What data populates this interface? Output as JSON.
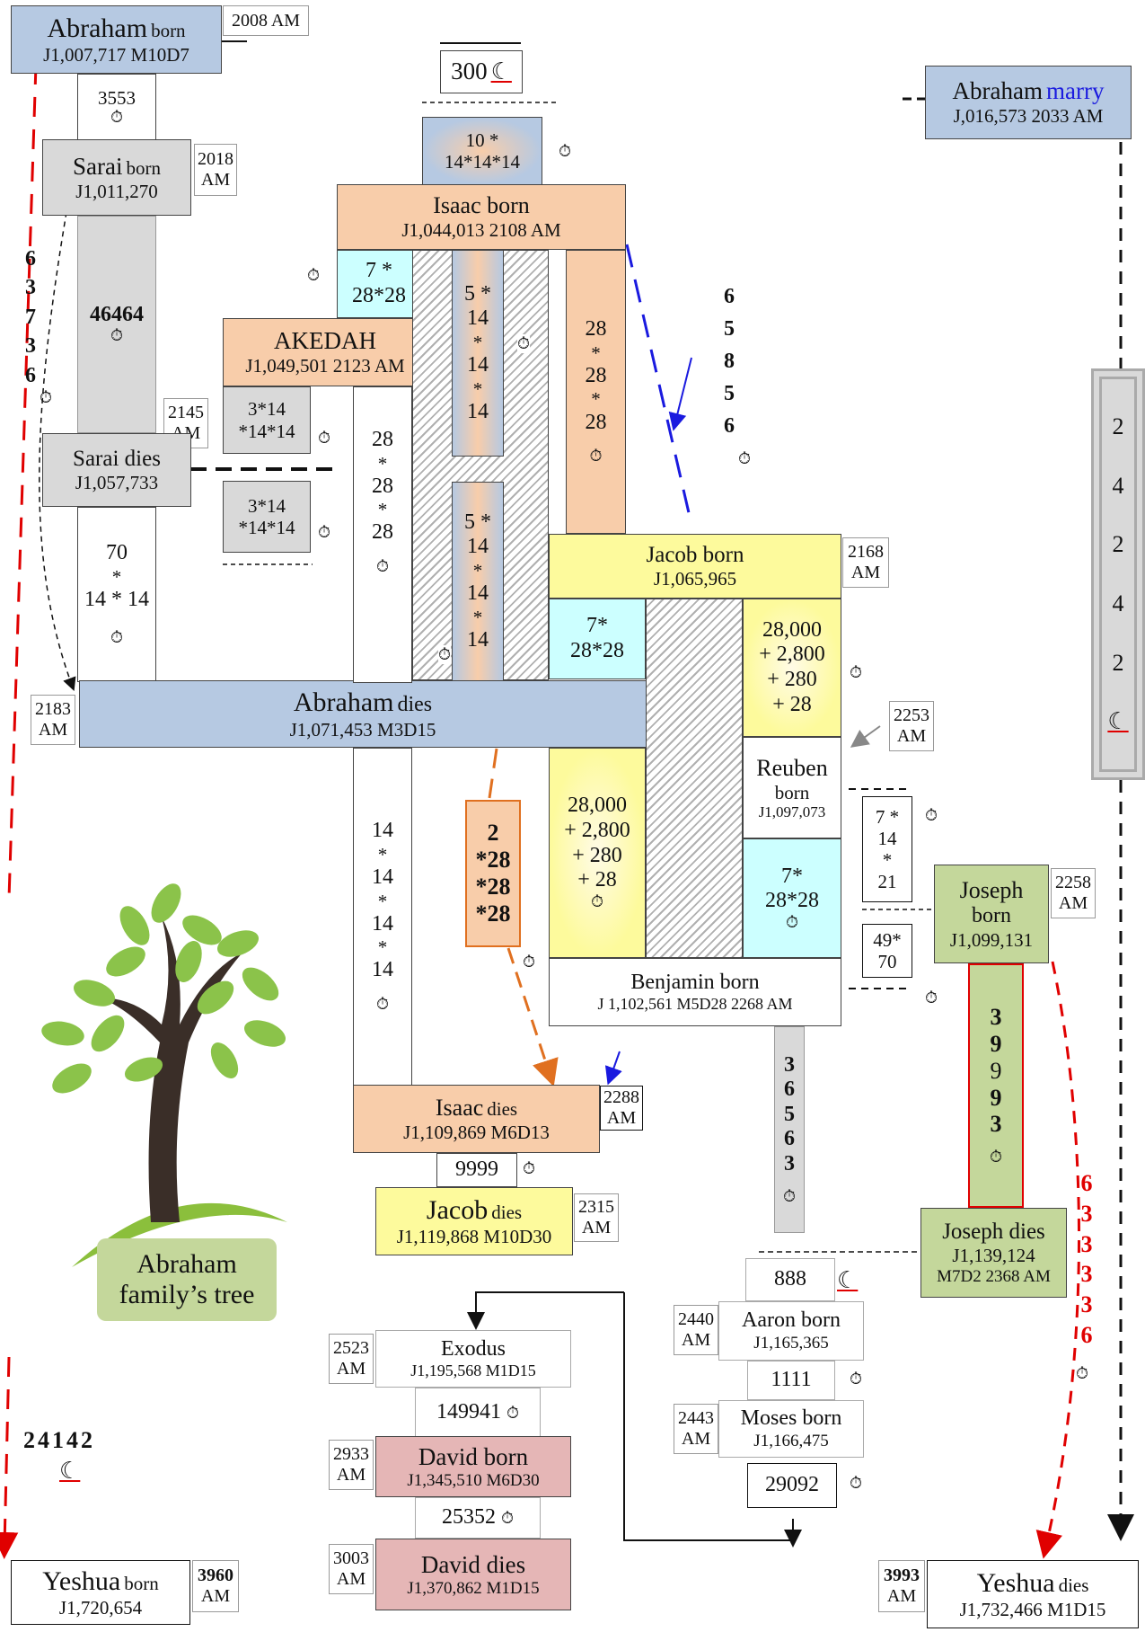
{
  "clock": "⏱",
  "moon": "☾",
  "abraham_born": {
    "name": "Abraham",
    "word": "born",
    "date": "J1,007,717  M10D7",
    "am": "2008 AM"
  },
  "n3553": "3553",
  "sarai_born": {
    "name": "Sarai",
    "word": "born",
    "date": "J1,011,270",
    "am1": "2018",
    "am2": "AM"
  },
  "n46464": "46464",
  "left_digits": [
    "6",
    "3",
    "7",
    "3",
    "6"
  ],
  "am2145": {
    "a": "2145",
    "b": "AM"
  },
  "sarai_dies": {
    "name": "Sarai dies",
    "date": "J1,057,733"
  },
  "col70": [
    "70",
    "*",
    "14 * 14"
  ],
  "am2183": {
    "a": "2183",
    "b": "AM"
  },
  "abraham_dies": {
    "name": "Abraham",
    "word": "dies",
    "date": "J1,071,453 M3D15"
  },
  "n300": "300",
  "top_factor": {
    "a": "10 *",
    "b": "14*14*14"
  },
  "isaac_born": {
    "name": "Isaac born",
    "date": "J1,044,013  2108 AM"
  },
  "cyan1": {
    "a": "7 *",
    "b": "28*28"
  },
  "akedah": {
    "name": "AKEDAH",
    "date": "J1,049,501 2123 AM"
  },
  "f3a": {
    "a": "3*14",
    "b": "*14*14"
  },
  "f3b": {
    "a": "3*14",
    "b": "*14*14"
  },
  "col28": [
    "28",
    "*",
    "28",
    "*",
    "28"
  ],
  "col5a": [
    "5 *",
    "14",
    "*",
    "14",
    "*",
    "14"
  ],
  "col5b": [
    "5 *",
    "14",
    "*",
    "14",
    "*",
    "14"
  ],
  "col28b": [
    "28",
    "*",
    "28",
    "*",
    "28"
  ],
  "right_digits": [
    "6",
    "5",
    "8",
    "5",
    "6"
  ],
  "jacob_born": {
    "name": "Jacob born",
    "date": "J1,065,965",
    "am1": "2168",
    "am2": "AM"
  },
  "cyan2": {
    "a": "7*",
    "b": "28*28"
  },
  "big1": [
    "28,000",
    "+ 2,800",
    "+ 280",
    "+ 28"
  ],
  "big2": [
    "28,000",
    "+ 2,800",
    "+ 280",
    "+ 28"
  ],
  "am2253": {
    "a": "2253",
    "b": "AM"
  },
  "reuben": {
    "name": "Reuben",
    "word": "born",
    "date": "J1,097,073"
  },
  "cyan3": {
    "a": "7*",
    "b": "28*28"
  },
  "benjamin": {
    "name": "Benjamin born",
    "date": "J 1,102,561    M5D28 2268 AM"
  },
  "col14": [
    "14",
    "*",
    "14",
    "*",
    "14",
    "*",
    "14"
  ],
  "orange_box": [
    "2",
    "*28",
    "*28",
    "*28"
  ],
  "isaac_dies": {
    "name": "Isaac",
    "word": "dies",
    "date": "J1,109,869 M6D13",
    "am1": "2288",
    "am2": "AM"
  },
  "n9999": "9999",
  "jacob_dies": {
    "name": "Jacob",
    "word": "dies",
    "date": "J1,119,868  M10D30",
    "am1": "2315",
    "am2": "AM"
  },
  "col36563": [
    "3",
    "6",
    "5",
    "6",
    "3"
  ],
  "small7": [
    "7 *",
    "14",
    "*",
    "21"
  ],
  "small49": [
    "49*",
    "70"
  ],
  "joseph_born": {
    "a": "Joseph",
    "b": "born",
    "date": "J1,099,131",
    "am1": "2258",
    "am2": "AM"
  },
  "col39993": [
    "3",
    "9",
    "9",
    "9",
    "3"
  ],
  "joseph_dies": {
    "name": "Joseph dies",
    "date": "J1,139,124",
    "date2": "M7D2 2368 AM"
  },
  "red_digits": [
    "6",
    "3",
    "3",
    "3",
    "3",
    "6"
  ],
  "abraham_marry": {
    "name": "Abraham",
    "word": "marry",
    "date": "J,016,573  2033 AM"
  },
  "gray_digits": [
    "2",
    "4",
    "2",
    "4",
    "2"
  ],
  "tree_label": {
    "a": "Abraham",
    "b": "family’s tree"
  },
  "n888": "888",
  "aaron": {
    "name": "Aaron born",
    "date": "J1,165,365",
    "am1": "2440",
    "am2": "AM"
  },
  "n1111": "1111",
  "moses": {
    "name": "Moses born",
    "date": "J1,166,475",
    "am1": "2443",
    "am2": "AM"
  },
  "n29092": "29092",
  "exodus": {
    "name": "Exodus",
    "date": "J1,195,568    M1D15",
    "am1": "2523",
    "am2": "AM"
  },
  "n149941": "149941",
  "david_born": {
    "name": "David born",
    "date": "J1,345,510 M6D30",
    "am1": "2933",
    "am2": "AM"
  },
  "n25352": "25352",
  "david_dies": {
    "name": "David dies",
    "date": "J1,370,862 M1D15",
    "am1": "3003",
    "am2": "AM"
  },
  "n24142": "24142",
  "yeshua_born": {
    "name": "Yeshua",
    "word": "born",
    "date": "J1,720,654",
    "am1": "3960",
    "am2": "AM"
  },
  "yeshua_dies": {
    "name": "Yeshua",
    "word": "dies",
    "date": "J1,732,466 M1D15",
    "am1": "3993",
    "am2": "AM"
  }
}
